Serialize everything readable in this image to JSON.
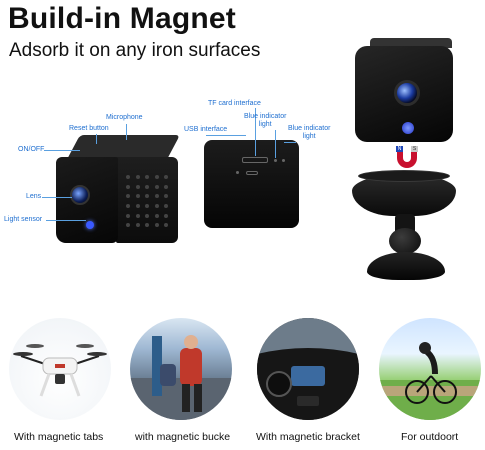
{
  "header": {
    "title": "Build-in Magnet",
    "subtitle": "Adsorb it on any iron surfaces"
  },
  "cube_labels": {
    "microphone": "Microphone",
    "reset": "Reset button",
    "onoff": "ON/OFF",
    "lens": "Lens",
    "light_sensor": "Light sensor"
  },
  "box_labels": {
    "tf": "TF card interface",
    "usb": "USB interface",
    "blue1_line1": "Blue indicator",
    "blue1_line2": "light",
    "blue2_line1": "Blue indicator",
    "blue2_line2": "light"
  },
  "magnet": {
    "n": "N",
    "s": "S"
  },
  "captions": [
    "With magnetic tabs",
    "with magnetic bucke",
    "With magnetic bracket",
    "For outdoort"
  ],
  "colors": {
    "label_blue": "#1f6fd0",
    "led_blue": "#3a59ff",
    "magnet_red": "#c8102e"
  },
  "icons": {
    "drone": "drone-icon",
    "backpack": "backpack-icon",
    "car_dashboard": "car-dashboard-icon",
    "cyclist": "cyclist-icon"
  }
}
